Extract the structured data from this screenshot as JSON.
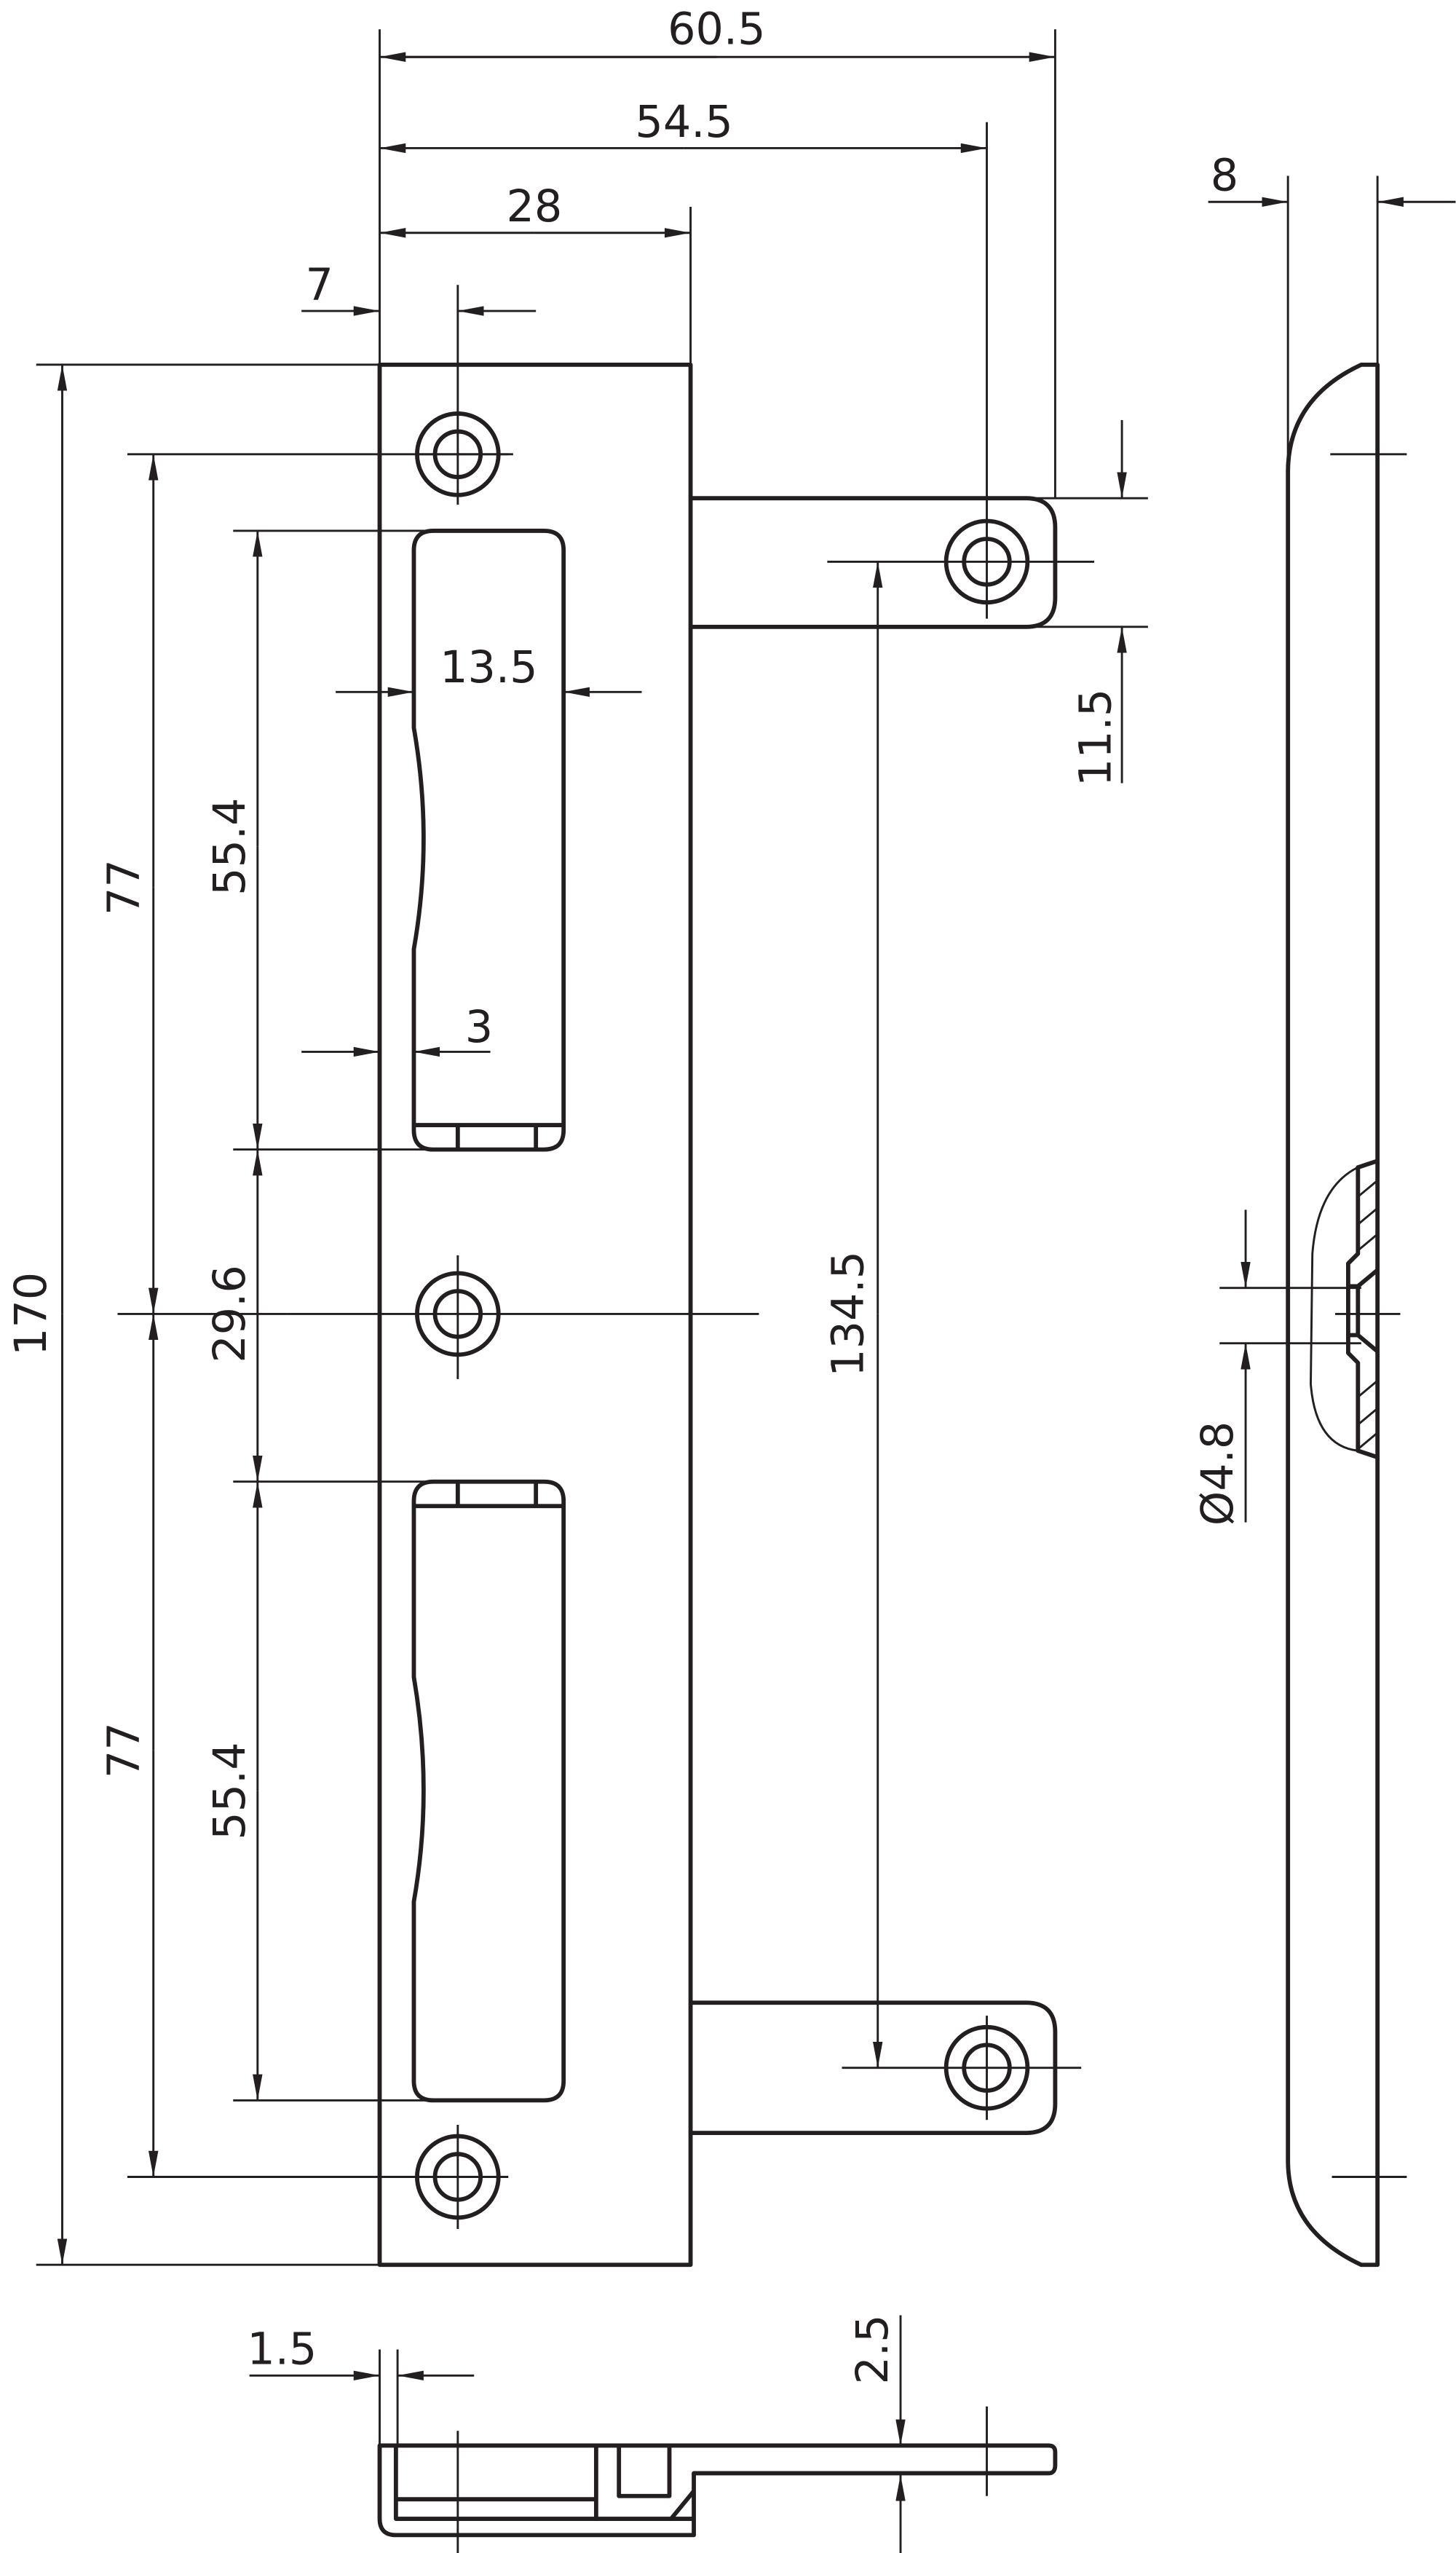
{
  "drawing": {
    "line_color": "#231f20",
    "background": "#ffffff",
    "dimensions": {
      "overall_width": "60.5",
      "tab_hole_offset": "54.5",
      "plate_width": "28",
      "hole_offset": "7",
      "side_thickness": "8",
      "overall_height": "170",
      "hole_spacing_top": "77",
      "hole_spacing_bottom": "77",
      "slot_length_top": "55.4",
      "slot_gap": "29.6",
      "slot_length_bottom": "55.4",
      "slot_width": "13.5",
      "slot_edge": "3",
      "tab_hole_spacing": "134.5",
      "tab_width": "11.5",
      "countersink_diameter": "Ø4.8",
      "material_thickness": "1.5",
      "tab_thickness": "2.5"
    }
  }
}
